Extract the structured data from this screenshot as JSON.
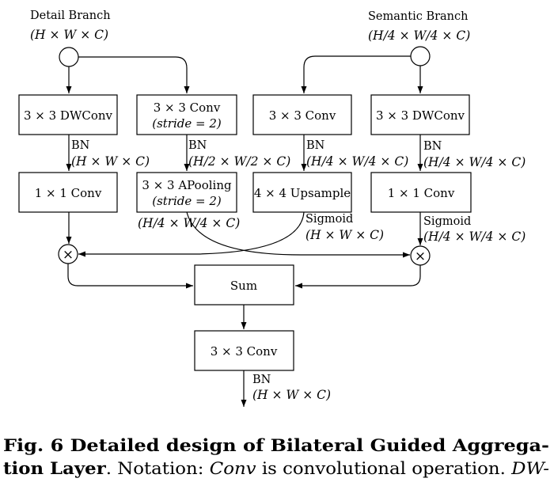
{
  "branches": {
    "detail": {
      "title": "Detail Branch",
      "dims": "(H × W × C)"
    },
    "semantic": {
      "title": "Semantic Branch",
      "dims": "(H/4 × W/4 × C)"
    }
  },
  "boxes": {
    "detail_dwconv": "3 × 3 DWConv",
    "detail_conv_line1": "3 × 3 Conv",
    "detail_conv_line2": "(stride = 2)",
    "semantic_conv": "3 × 3 Conv",
    "semantic_dwconv": "3 × 3 DWConv",
    "detail_1x1": "1 × 1 Conv",
    "apooling_line1": "3 × 3 APooling",
    "apooling_line2": "(stride = 2)",
    "upsample": "4 × 4 Upsample",
    "semantic_1x1": "1 × 1 Conv",
    "sum": "Sum",
    "final_conv": "3 × 3 Conv"
  },
  "annotations": {
    "bn1": "BN",
    "bn1_dims": "(H × W × C)",
    "bn2": "BN",
    "bn2_dims": "(H/2 × W/2 × C)",
    "bn3": "BN",
    "bn3_dims": "(H/4 × W/4 × C)",
    "bn4": "BN",
    "bn4_dims": "(H/4 × W/4 × C)",
    "pool_dims": "(H/4 × W/4 × C)",
    "sigmoid1": "Sigmoid",
    "sigmoid1_dims": "(H × W × C)",
    "sigmoid2": "Sigmoid",
    "sigmoid2_dims": "(H/4 × W/4 × C)",
    "bn_out": "BN",
    "bn_out_dims": "(H × W × C)"
  },
  "caption": {
    "line1_bold": "Fig. 6 Detailed design of Bilateral Guided Aggrega-",
    "line2_bold": "tion Layer",
    "line2_sep": ". Notation: ",
    "line2_it1": "Conv",
    "line2_mid": " is convolutional operation. ",
    "line2_it2": "DW-"
  }
}
